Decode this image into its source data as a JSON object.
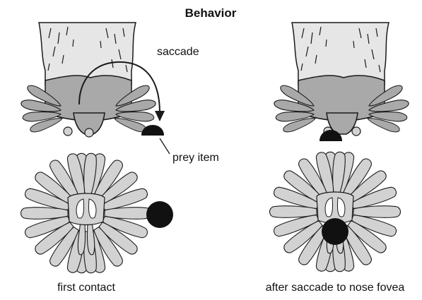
{
  "figure": {
    "title": "Behavior",
    "labels": {
      "saccade": "saccade",
      "prey_item": "prey item",
      "left_caption": "first contact",
      "right_caption": "after saccade to nose fovea"
    }
  },
  "colors": {
    "outline": "#1a1a1a",
    "fur_light": "#e6e6e6",
    "snout_gray": "#a9a9a9",
    "ray_fill": "#d2d2d2",
    "ray_dark": "#8e8e8e",
    "prey": "#111111"
  }
}
